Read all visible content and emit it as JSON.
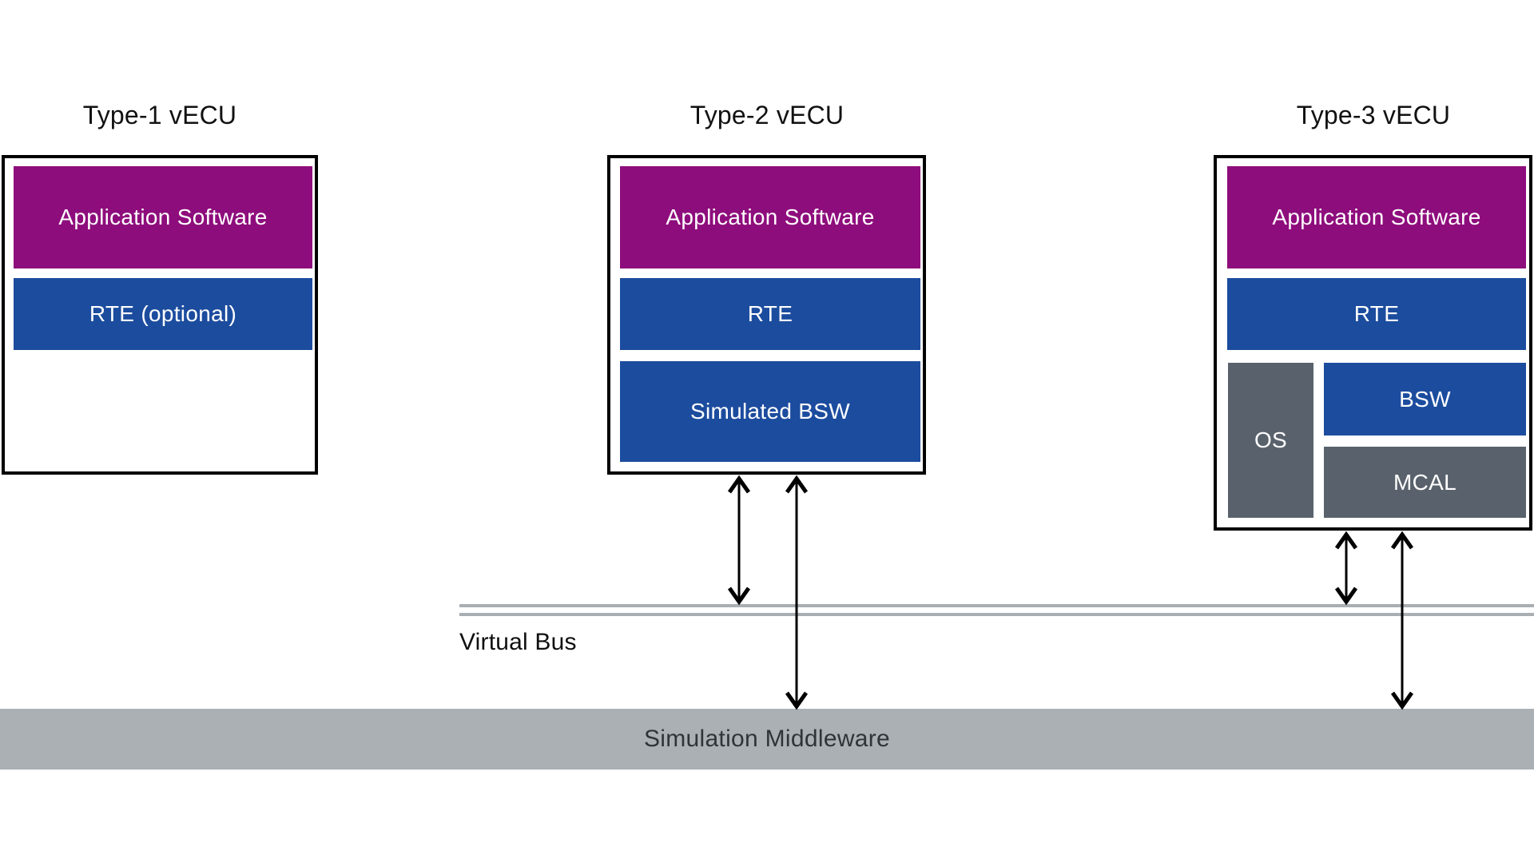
{
  "colors": {
    "app-purple": "#8E0D7C",
    "block-blue": "#1C4C9E",
    "block-gray": "#59626C",
    "bus-line": "#A9AEB3",
    "middleware-bg": "#ABB0B4",
    "middleware-text": "#2F3438",
    "text-light": "#FFFFFF"
  },
  "ecu1": {
    "title": "Type-1 vECU",
    "app": "Application Software",
    "rte": "RTE (optional)"
  },
  "ecu2": {
    "title": "Type-2 vECU",
    "app": "Application Software",
    "rte": "RTE",
    "bsw": "Simulated BSW"
  },
  "ecu3": {
    "title": "Type-3 vECU",
    "app": "Application Software",
    "rte": "RTE",
    "os": "OS",
    "bsw": "BSW",
    "mcal": "MCAL"
  },
  "bus": {
    "label": "Virtual Bus"
  },
  "middleware": {
    "label": "Simulation Middleware"
  }
}
